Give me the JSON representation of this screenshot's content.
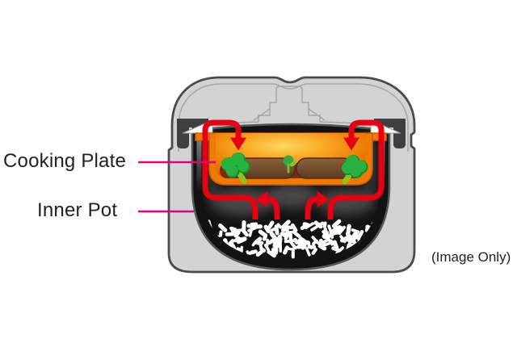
{
  "diagram": {
    "subject": "rice-cooker cross-section with steam circulation",
    "callouts": [
      {
        "id": "cooking-plate",
        "label": "Cooking Plate"
      },
      {
        "id": "inner-pot",
        "label": "Inner Pot"
      }
    ],
    "caption": "(Image Only)"
  },
  "colors": {
    "body_gray": "#d2d3d3",
    "outline_gray": "#4a4c4c",
    "seam_gray": "#a6a8a8",
    "pot_black": "#121212",
    "plate_orange": "#ee7a00",
    "plate_glow": "#ffd75a",
    "arrow_red": "#e60012",
    "leader_magenta": "#e4007f",
    "rice_white": "#ffffff",
    "broccoli_green": "#27b13e",
    "stalk_green": "#8dc21f",
    "patty_brown": "#81592f",
    "sauce_brown": "#7a2b0c",
    "text_black": "#231f20"
  }
}
